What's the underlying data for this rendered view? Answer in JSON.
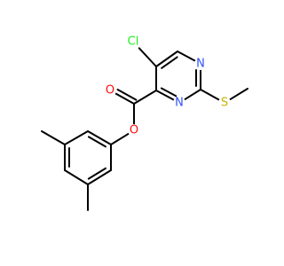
{
  "colors": {
    "background": "#ffffff",
    "bond": "#000000",
    "carbon": "#000000",
    "nitrogen": "#3050f8",
    "oxygen": "#ff0d0d",
    "chlorine": "#1ff01f",
    "sulfur": "#c8b400"
  },
  "molecule": {
    "atoms": [
      {
        "id": "cl",
        "element": "Cl",
        "label": "Cl",
        "show_label": true
      },
      {
        "id": "c5",
        "element": "C",
        "label": "",
        "show_label": false
      },
      {
        "id": "c6",
        "element": "C",
        "label": "",
        "show_label": false
      },
      {
        "id": "n1",
        "element": "N",
        "label": "N",
        "show_label": true
      },
      {
        "id": "c2",
        "element": "C",
        "label": "",
        "show_label": false
      },
      {
        "id": "n3",
        "element": "N",
        "label": "N",
        "show_label": true
      },
      {
        "id": "c4",
        "element": "C",
        "label": "",
        "show_label": false
      },
      {
        "id": "s",
        "element": "S",
        "label": "S",
        "show_label": true
      },
      {
        "id": "me1",
        "element": "C",
        "label": "",
        "show_label": false
      },
      {
        "id": "cc",
        "element": "C",
        "label": "",
        "show_label": false
      },
      {
        "id": "o1",
        "element": "O",
        "label": "O",
        "show_label": true
      },
      {
        "id": "o2",
        "element": "O",
        "label": "O",
        "show_label": true
      },
      {
        "id": "a1",
        "element": "C",
        "label": "",
        "show_label": false
      },
      {
        "id": "a2",
        "element": "C",
        "label": "",
        "show_label": false
      },
      {
        "id": "a3",
        "element": "C",
        "label": "",
        "show_label": false
      },
      {
        "id": "a4",
        "element": "C",
        "label": "",
        "show_label": false
      },
      {
        "id": "a5",
        "element": "C",
        "label": "",
        "show_label": false
      },
      {
        "id": "a6",
        "element": "C",
        "label": "",
        "show_label": false
      },
      {
        "id": "me2",
        "element": "C",
        "label": "",
        "show_label": false
      },
      {
        "id": "me3",
        "element": "C",
        "label": "",
        "show_label": false
      }
    ],
    "bonds": [
      {
        "a": "cl",
        "b": "c5",
        "order": 1
      },
      {
        "a": "c5",
        "b": "c6",
        "order": 2
      },
      {
        "a": "c6",
        "b": "n1",
        "order": 1
      },
      {
        "a": "n1",
        "b": "c2",
        "order": 2
      },
      {
        "a": "c2",
        "b": "n3",
        "order": 1
      },
      {
        "a": "n3",
        "b": "c4",
        "order": 2
      },
      {
        "a": "c4",
        "b": "c5",
        "order": 1
      },
      {
        "a": "c2",
        "b": "s",
        "order": 1
      },
      {
        "a": "s",
        "b": "me1",
        "order": 1
      },
      {
        "a": "c4",
        "b": "cc",
        "order": 1
      },
      {
        "a": "cc",
        "b": "o1",
        "order": 2
      },
      {
        "a": "cc",
        "b": "o2",
        "order": 1
      },
      {
        "a": "o2",
        "b": "a1",
        "order": 1
      },
      {
        "a": "a1",
        "b": "a2",
        "order": 2
      },
      {
        "a": "a2",
        "b": "a3",
        "order": 1
      },
      {
        "a": "a3",
        "b": "a4",
        "order": 2
      },
      {
        "a": "a4",
        "b": "a5",
        "order": 1
      },
      {
        "a": "a5",
        "b": "a6",
        "order": 2
      },
      {
        "a": "a6",
        "b": "a1",
        "order": 1
      },
      {
        "a": "a3",
        "b": "me2",
        "order": 1
      },
      {
        "a": "a5",
        "b": "me3",
        "order": 1
      }
    ]
  }
}
